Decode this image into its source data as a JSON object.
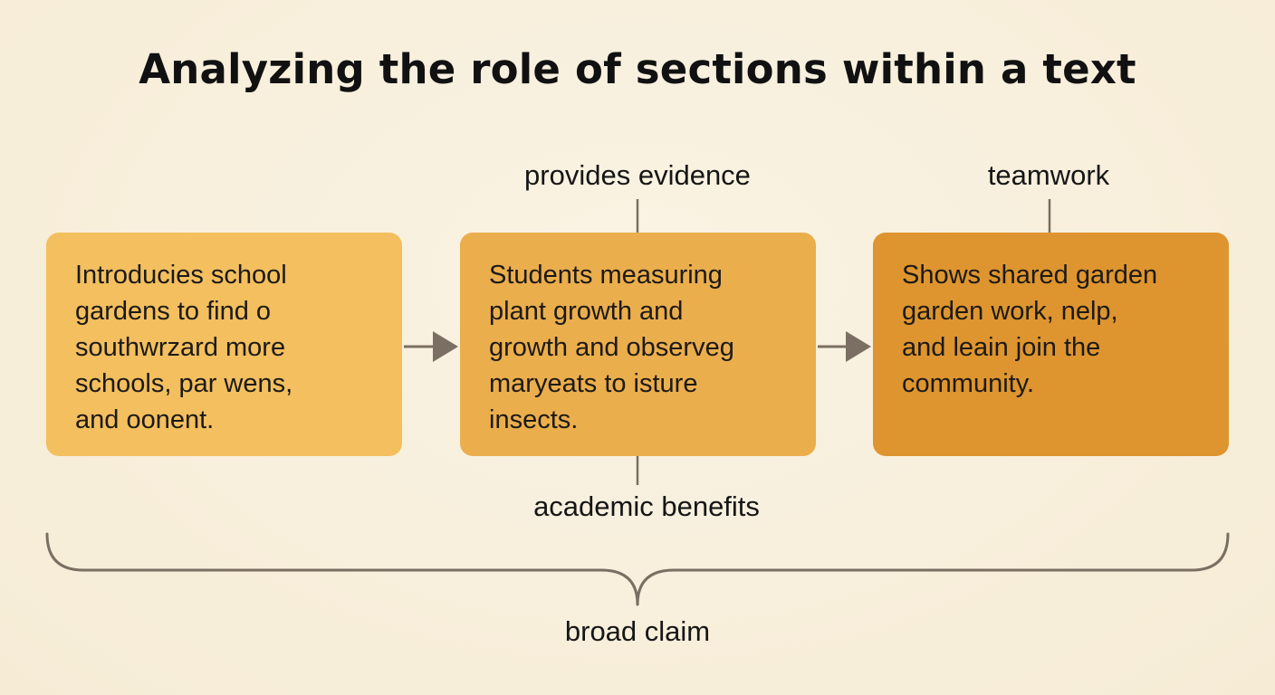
{
  "title": "Analyzing the role of sections within a text",
  "boxes": [
    {
      "lines": [
        "Introducies school",
        "gardens to find o",
        "southwrzard more",
        "schools, par wens,",
        "and oonent."
      ],
      "color": "#f3bf5f"
    },
    {
      "lines": [
        "Students measuring",
        "plant growth and",
        "growth and observeg",
        "maryeats to isture",
        "insects."
      ],
      "color": "#ebae4d"
    },
    {
      "lines": [
        "Shows shared garden",
        "garden work, nelp,",
        "and leain join the",
        "community."
      ],
      "color": "#de952f"
    }
  ],
  "labels": {
    "provides_evidence": "provides evidence",
    "teamwork": "teamwork",
    "academic_benefits": "academic benefits",
    "broad_claim": "broad claim"
  },
  "colors": {
    "background": "#f8efdb",
    "connector": "#7a6f62",
    "text": "#161616"
  }
}
